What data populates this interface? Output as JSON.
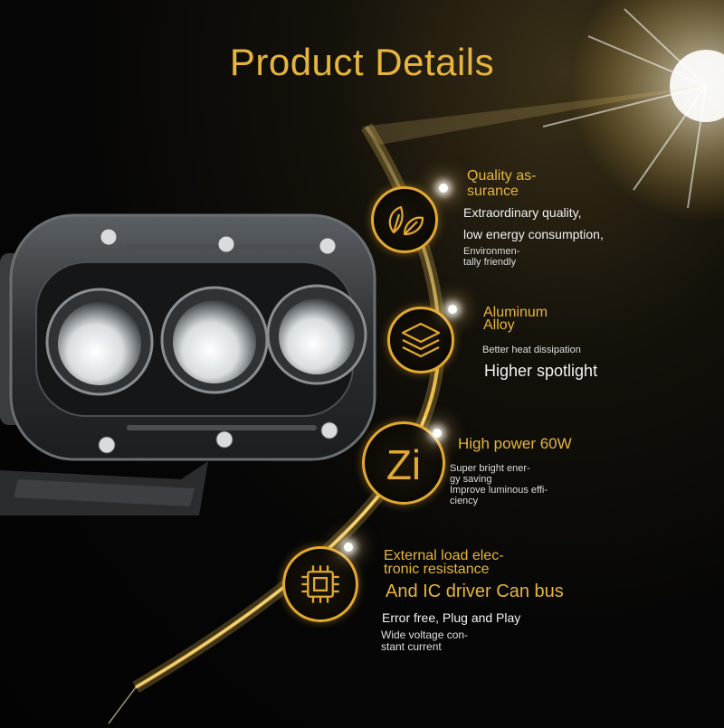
{
  "title": "Product Details",
  "features": [
    {
      "icon": "leaf-icon",
      "heading_line1": "Quality as-",
      "heading_line2": "surance",
      "line1": "Extraordinary quality,",
      "line2": "low energy consumption,",
      "small_line1": "Environmen-",
      "small_line2": "tally friendly"
    },
    {
      "icon": "layers-icon",
      "heading_line1": "Aluminum",
      "heading_line2": "Alloy",
      "small_line1": "Better heat dissipation",
      "line1": "Higher spotlight"
    },
    {
      "icon_text": "Zi",
      "heading_line1": "High power 60W",
      "small_line1": "Super bright ener-",
      "small_line2": "gy saving",
      "small_line3": "Improve luminous effi-",
      "small_line4": "ciency"
    },
    {
      "icon": "chip-icon",
      "heading_line1": "External load elec-",
      "heading_line2": "tronic resistance",
      "line1": "And IC driver Can bus",
      "line2": "Error free, Plug and Play",
      "small_line1": "Wide voltage con-",
      "small_line2": "stant current"
    }
  ],
  "colors": {
    "accent": "#e7b53c",
    "ring": "#e2a930",
    "background": "#050505"
  }
}
